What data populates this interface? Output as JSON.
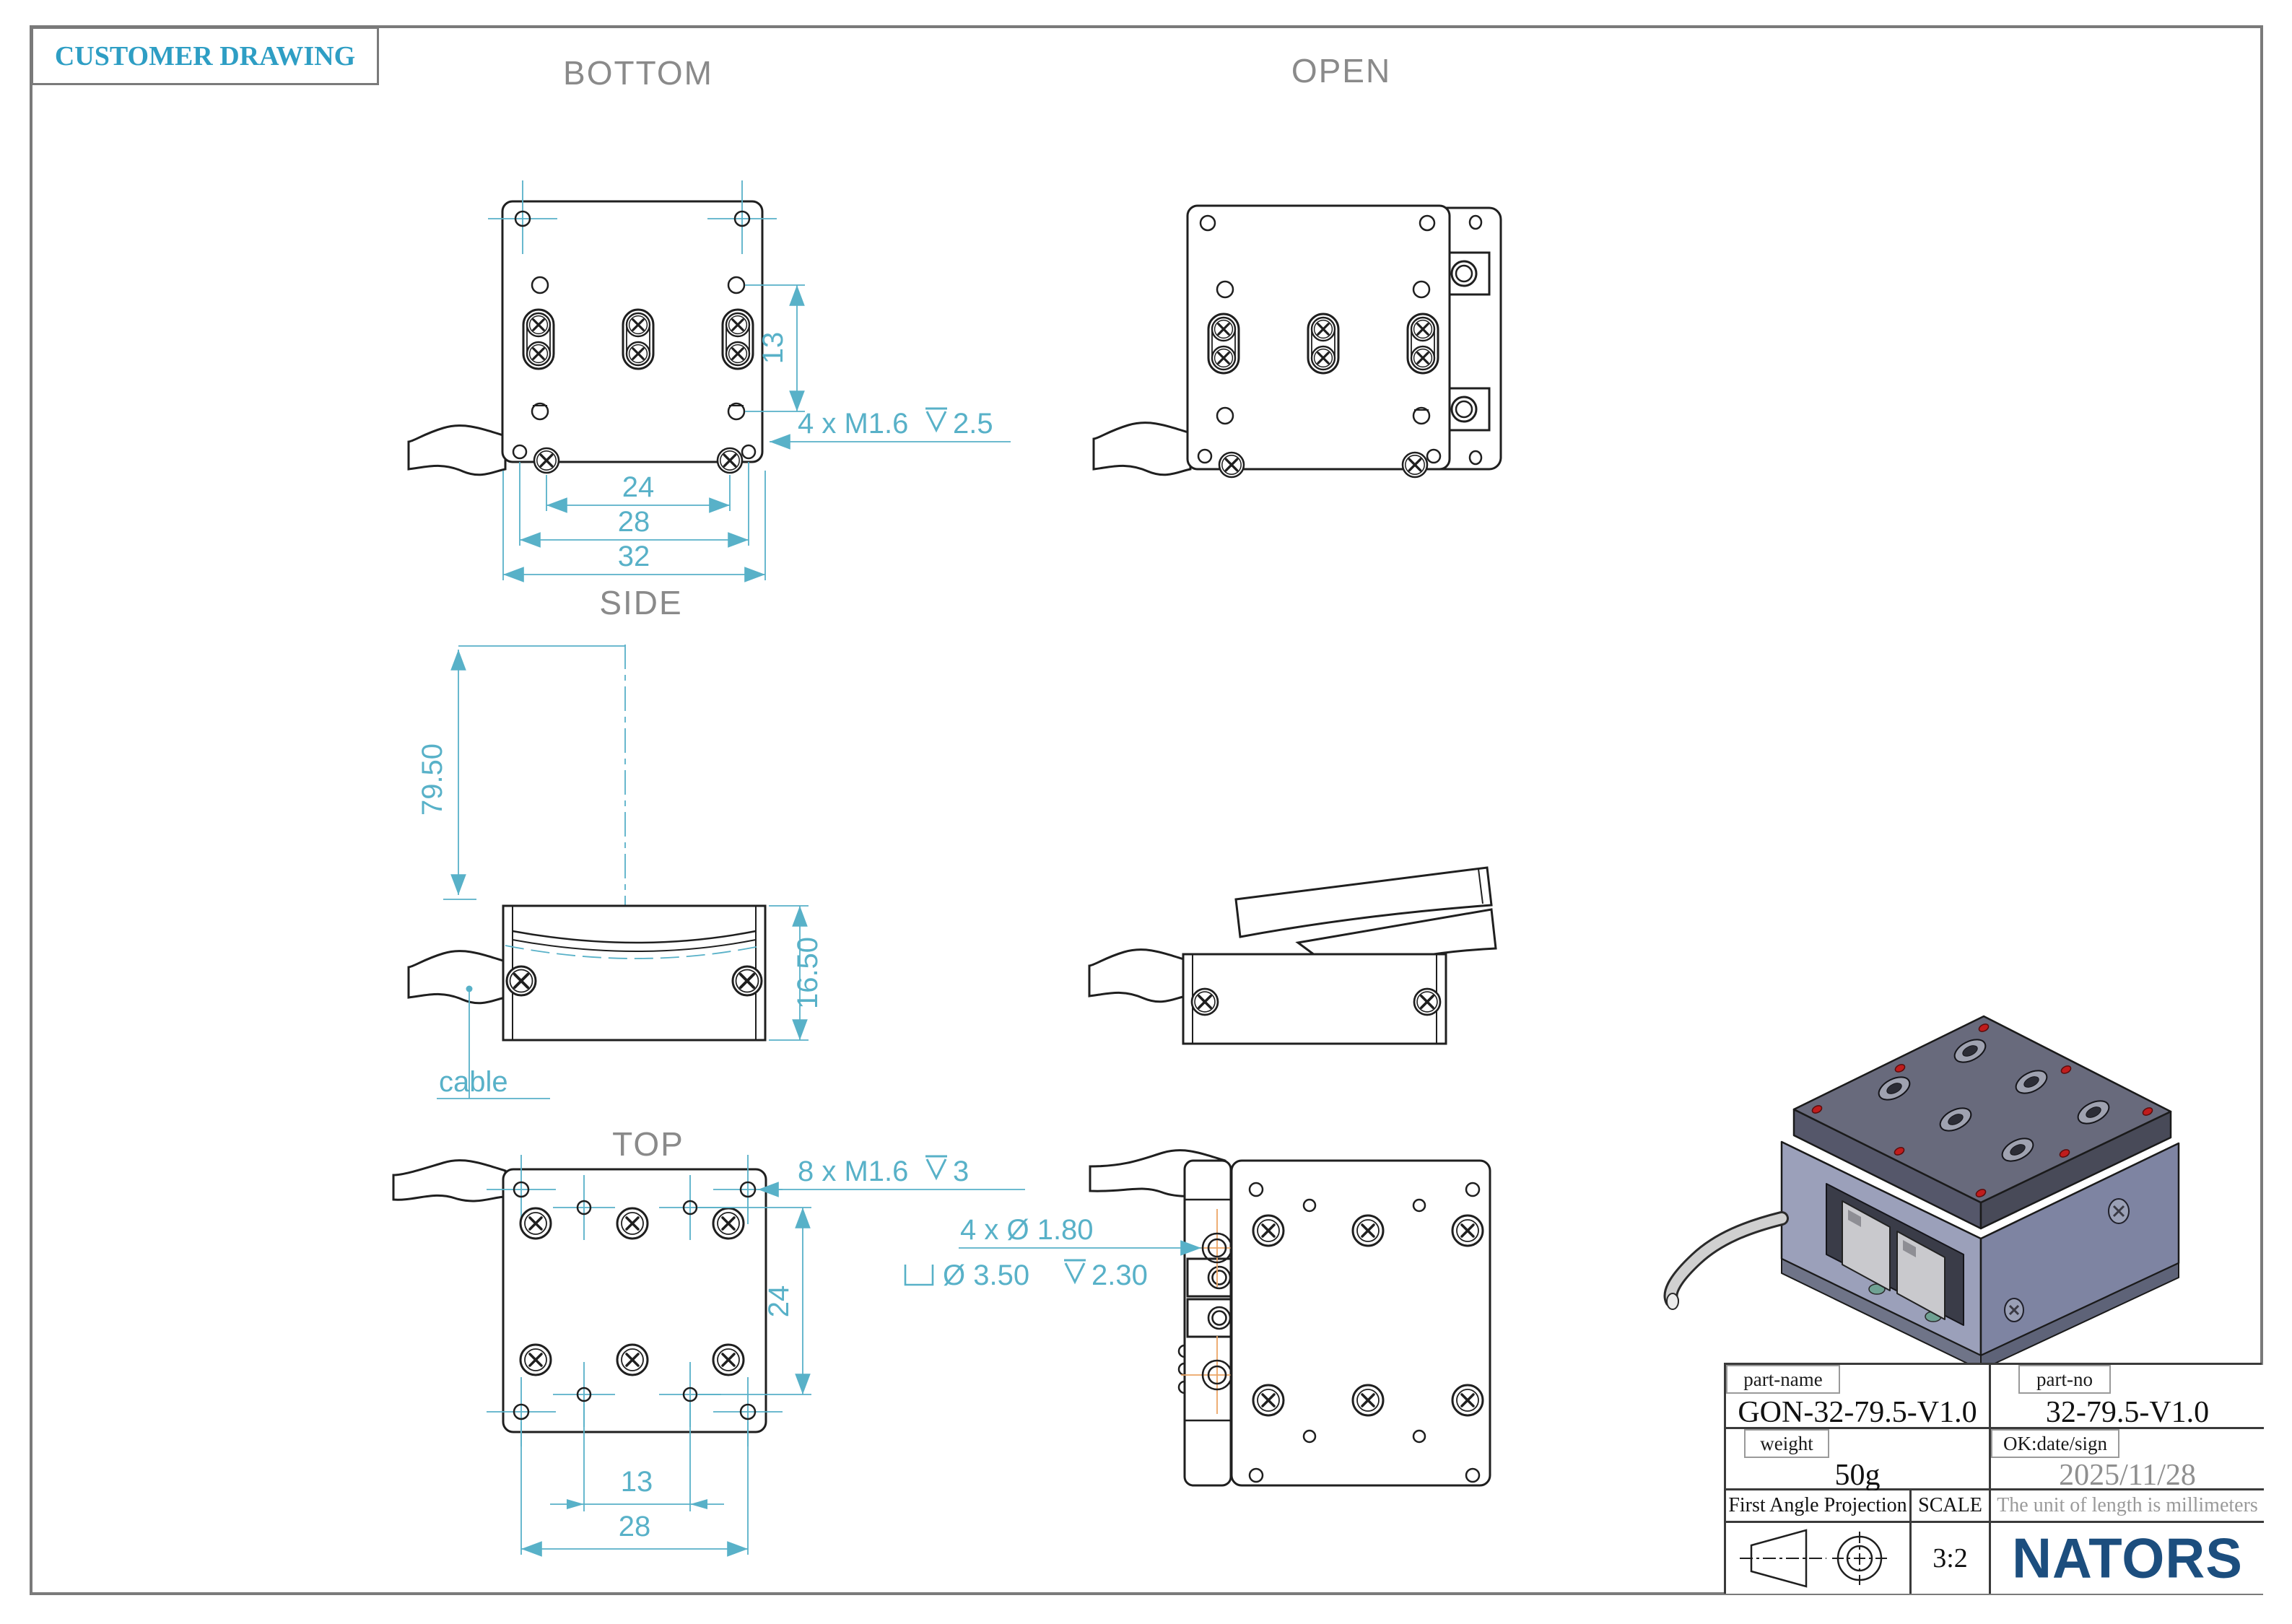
{
  "drawing": {
    "header": "CUSTOMER DRAWING",
    "views": {
      "bottom": {
        "title": "BOTTOM",
        "dim_13": "13",
        "dim_24": "24",
        "dim_28": "28",
        "dim_32": "32",
        "thread_note": "4 x M1.6",
        "thread_depth": "2.5"
      },
      "open": {
        "title": "OPEN"
      },
      "side": {
        "title": "SIDE",
        "dim_height": "79.50",
        "dim_body": "16.50",
        "cable_label": "cable"
      },
      "top": {
        "title": "TOP",
        "thread_note": "8 x M1.6",
        "thread_depth": "3",
        "dim_24": "24",
        "dim_13": "13",
        "dim_28": "28"
      },
      "top_open": {
        "hole_note": "4 x Ø 1.80",
        "cbore_dia": "Ø 3.50",
        "cbore_depth": "2.30"
      }
    },
    "title_block": {
      "part_name_label": "part-name",
      "part_name": "GON-32-79.5-V1.0",
      "part_no_label": "part-no",
      "part_no": "32-79.5-V1.0",
      "weight_label": "weight",
      "weight": "50g",
      "ok_label": "OK:date/sign",
      "date": "2025/11/28",
      "projection_label": "First Angle Projection",
      "scale_label": "SCALE",
      "scale_value": "3:2",
      "unit_note": "The unit of length is millimeters",
      "brand": "NATORS"
    },
    "colors": {
      "dimension_teal": "#58B1C8",
      "header_blue": "#2E9EC4",
      "view_title_gray": "#8A8A8A",
      "leader_orange": "#ECA666",
      "brand_navy": "#1C4E7E",
      "red_marker": "#C01C1C"
    }
  }
}
